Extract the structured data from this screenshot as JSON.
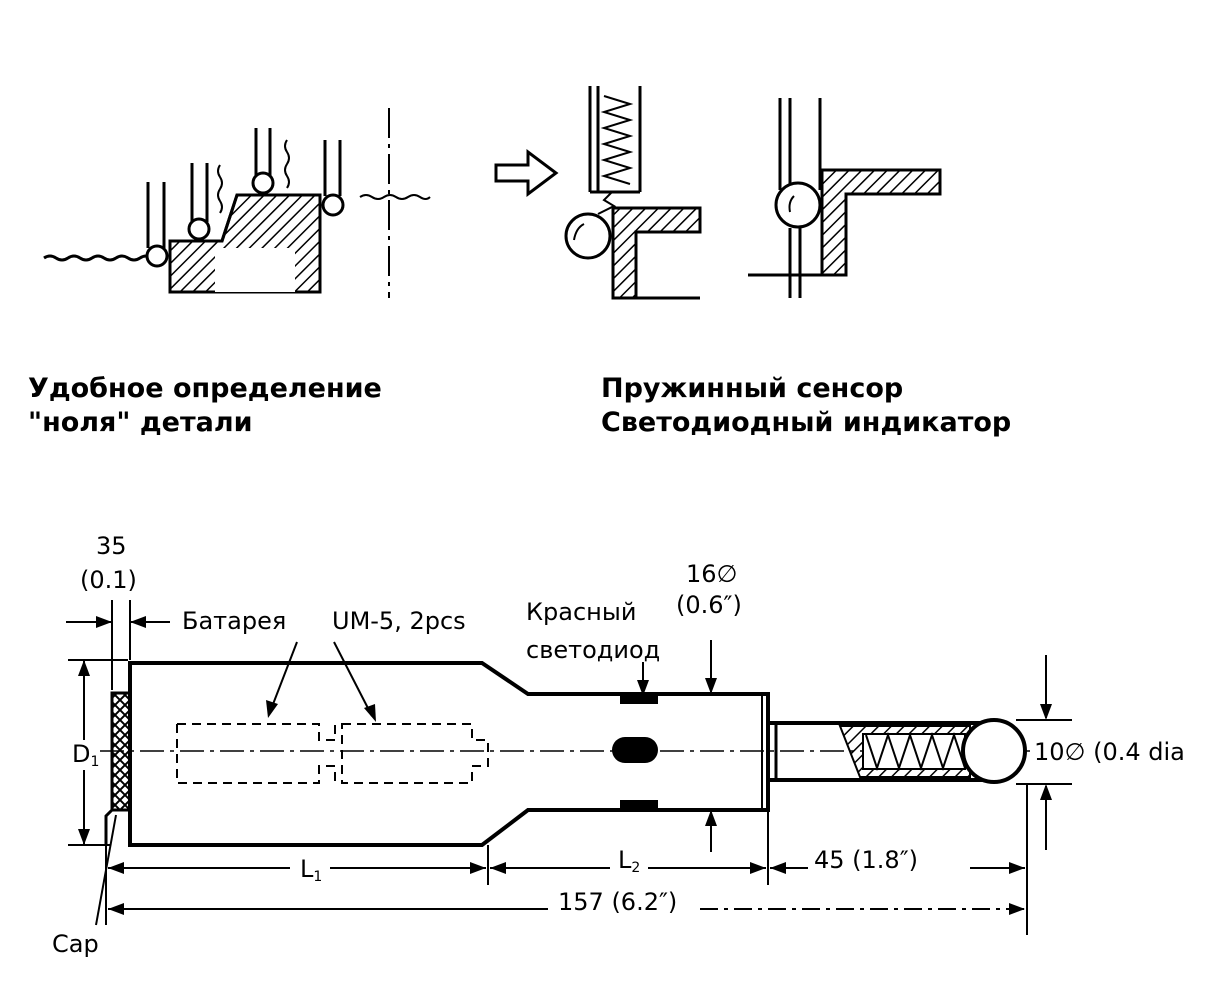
{
  "captions": {
    "zero_line1": "Удобное определение",
    "zero_line2": "\"ноля\" детали",
    "sensor_line1": "Пружинный сенсор",
    "sensor_line2": "Светодиодный индикатор"
  },
  "dimensions": {
    "cap_gap_value": "35",
    "cap_gap_inch": "(0.1)",
    "battery_label": "Батарея",
    "battery_type": "UM-5, 2pcs",
    "led_line1": "Красный",
    "led_line2": "светодиод",
    "body_dia_value": "16∅",
    "body_dia_inch": "(0.6″)",
    "d1": "D",
    "d1_sub": "1",
    "l1": "L",
    "l1_sub": "1",
    "l2": "L",
    "l2_sub": "2",
    "tip_length": "45 (1.8″)",
    "total_length": "157 (6.2″)",
    "tip_dia": "10∅ (0.4 dia",
    "cap_label": "Cap"
  }
}
